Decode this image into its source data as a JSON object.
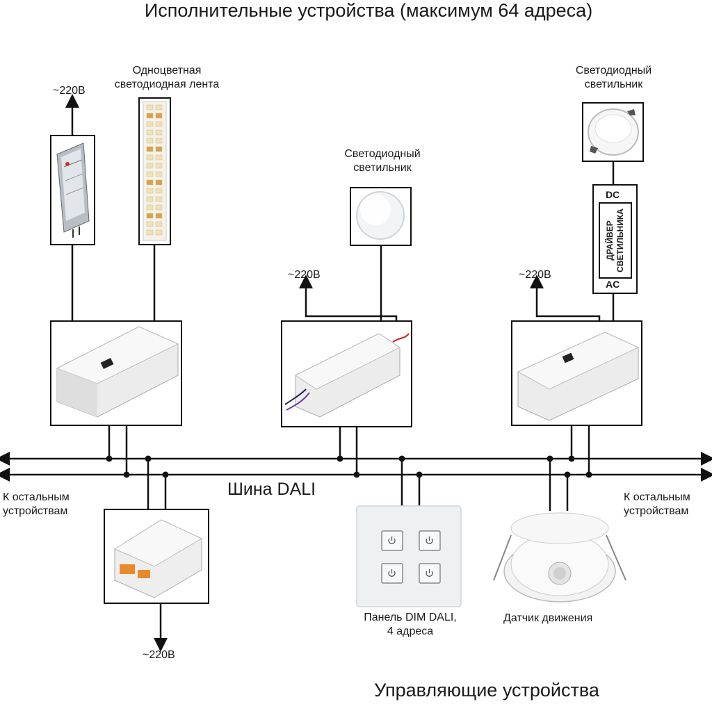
{
  "title_top": "Исполнительные устройства (максимум 64 адреса)",
  "title_bottom": "Управляющие устройства",
  "bus_label": "Шина DALI",
  "left_edge_label": [
    "К остальным",
    "устройствам"
  ],
  "right_edge_label": [
    "К остальным",
    "устройствам"
  ],
  "power_label": "~220В",
  "devices": {
    "led_strip": [
      "Одноцветная",
      "светодиодная лента"
    ],
    "panel_luminaire": [
      "Светодиодный",
      "светильник"
    ],
    "downlight": [
      "Светодиодный",
      "светильник"
    ],
    "driver": {
      "top": "DC",
      "bottom": "AC",
      "body": [
        "ДРАЙВЕР",
        "СВЕТИЛЬНИКА"
      ]
    },
    "dim_panel": [
      "Панель DIM DALI,",
      "4 адреса"
    ],
    "motion_sensor": "Датчик движения"
  },
  "colors": {
    "line": "#111111",
    "device_body": "#eeeeee",
    "panel_glass": "#eef1f2"
  }
}
